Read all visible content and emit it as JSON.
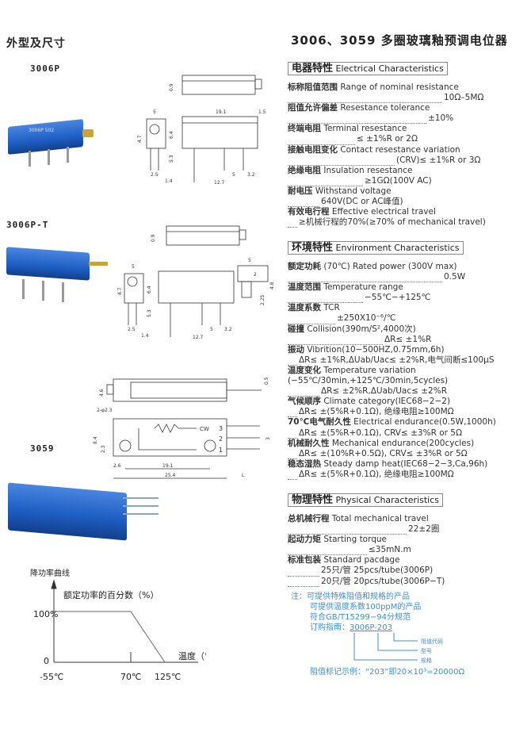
{
  "left": {
    "heading": "外型及尺寸",
    "models": [
      "3006P",
      "3006P-T",
      "3059"
    ],
    "photo_print": "3006P 502",
    "dims_3006p": {
      "d09": "0.9",
      "d5": "5",
      "d191": "19.1",
      "d15": "1.5",
      "d47": "4.7",
      "d64": "6.4",
      "d53": "5.3",
      "d25": "2.5",
      "d14": "1.4",
      "d5b": "5",
      "d32": "3.2",
      "d127": "12.7"
    },
    "dims_3006pt": {
      "d09": "0.9",
      "d5": "5",
      "d47": "4.7",
      "d64": "6.4",
      "d53": "5.3",
      "d25": "2.5",
      "d14": "1.4",
      "d5b": "5",
      "d32": "3.2",
      "d127": "12.7",
      "d5t": "5",
      "d2": "2",
      "d225": "2.25",
      "d48": "4.8"
    },
    "dims_3059": {
      "d46": "4.6",
      "d05": "0.5",
      "hole": "2-φ2.3",
      "d84": "8.4",
      "d23": "2.3",
      "d26": "2.6",
      "d191": "19.1",
      "d254": "25.4",
      "dl": "L",
      "d3": "3",
      "cw": "CW",
      "p3": "3",
      "p2": "2",
      "p1": "1"
    },
    "derating": {
      "title": "降功率曲线",
      "ylabel": "额定功率的百分数（%）",
      "xlabel": "温度（℃）",
      "y100": "100%",
      "y0": "0",
      "x_ticks": [
        "-55℃",
        "70℃",
        "125℃"
      ]
    }
  },
  "right": {
    "title": "3006、3059 多圈玻璃釉预调电位器",
    "electrical": {
      "cn": "电器特性",
      "en": "Electrical Characteristics",
      "items": [
        {
          "cn": "标称阻值范围",
          "en": "Range of nominal resistance",
          "value": "10Ω–5MΩ"
        },
        {
          "cn": "阻值允许偏差",
          "en": "Resestance tolerance",
          "value": "±10%"
        },
        {
          "cn": "终端电阻",
          "en": "Terminal resestance",
          "value": "≤ ±1%R or 2Ω"
        },
        {
          "cn": "接触电阻变化",
          "en": "Contact resestance variation",
          "value": "(CRV)≤ ±1%R or 3Ω"
        },
        {
          "cn": "绝缘电阻",
          "en": "Insulation resestance",
          "value": "≥1GΩ(100V AC)"
        },
        {
          "cn": "耐电压",
          "en": "Withstand voltage",
          "value": "640V(DC or AC峰值)"
        },
        {
          "cn": "有效电行程",
          "en": "Effective electrical travel",
          "value": "≥机械行程的70%(≥70% of mechanical travel)"
        }
      ]
    },
    "environment": {
      "cn": "环境特性",
      "en": "Environment Characteristics",
      "items": [
        {
          "cn": "额定功耗",
          "en": "(70℃) Rated power (300V max)",
          "value": "0.5W"
        },
        {
          "cn": "温度范围",
          "en": "Temperature range",
          "value": "−55℃−+125℃"
        },
        {
          "cn": "温度系数",
          "en": "TCR",
          "value": "±250X10⁻⁶/℃"
        },
        {
          "cn": "碰撞",
          "en": "Collision(390m/S²,4000次)",
          "value": "ΔR≤ ±1%R"
        },
        {
          "cn": "振动",
          "en": "Vibrition(10−500HZ,0.75mm,6h)",
          "value": "ΔR≤ ±1%R,ΔUab/Uac≤ ±2%R,电气间断≤100μS"
        },
        {
          "cn": "温度变化",
          "en": "Temperature variation",
          "extra": "(−55℃/30min,+125℃/30min,5cycles)",
          "value": "ΔR≤ ±2%R,ΔUab/Uac≤ ±2%R"
        },
        {
          "cn": "气候顺序",
          "en": "Climate category(IEC68−2−2)",
          "value": "ΔR≤ ±(5%R+0.1Ω), 绝缘电阻≥100MΩ"
        },
        {
          "cn": "70℃电气耐久性",
          "en": "Electrical endurance(0.5W,1000h)",
          "value": "ΔR≤ ±(5%R+0.1Ω), CRV≤ ±3%R or 5Ω"
        },
        {
          "cn": "机械耐久性",
          "en": "Mechanical endurance(200cycles)",
          "value": "ΔR≤ ±(10%R+0.5Ω), CRV≤ ±3%R or 5Ω"
        },
        {
          "cn": "稳态湿热",
          "en": "Steady damp heat(IEC68−2−3,Ca,96h)",
          "value": "ΔR≤ ±(5%R+0.1Ω), 绝缘电阻≥100MΩ"
        }
      ]
    },
    "physical": {
      "cn": "物理特性",
      "en": "Physical Characteristics",
      "items": [
        {
          "cn": "总机械行程",
          "en": "Total mechanical travel",
          "value": "22±2圈"
        },
        {
          "cn": "起动力矩",
          "en": "Starting torque",
          "value": "≤35mN.m"
        },
        {
          "cn": "标准包装",
          "en": "Standard pacdage",
          "value": "25只/管 25pcs/tube(3006P)",
          "value2": "20只/管 20pcs/tube(3006P−T)"
        }
      ]
    },
    "notes": {
      "prefix": "注：",
      "lines": [
        "可提供特殊阻值和规格的产品",
        "可提供温度系数100ppM的产品",
        "符合GB/T15299−94分规范"
      ],
      "order_label": "订购指南：",
      "order_code_a": "3006P",
      "order_code_b": "-203",
      "legend": [
        "阻值代码",
        "型号",
        "规格"
      ],
      "example": "阻值标记示例：“203”即20×10³=20000Ω"
    },
    "colors": {
      "note": "#3b8fd6",
      "photo_blue": "#1f5fc4"
    }
  }
}
